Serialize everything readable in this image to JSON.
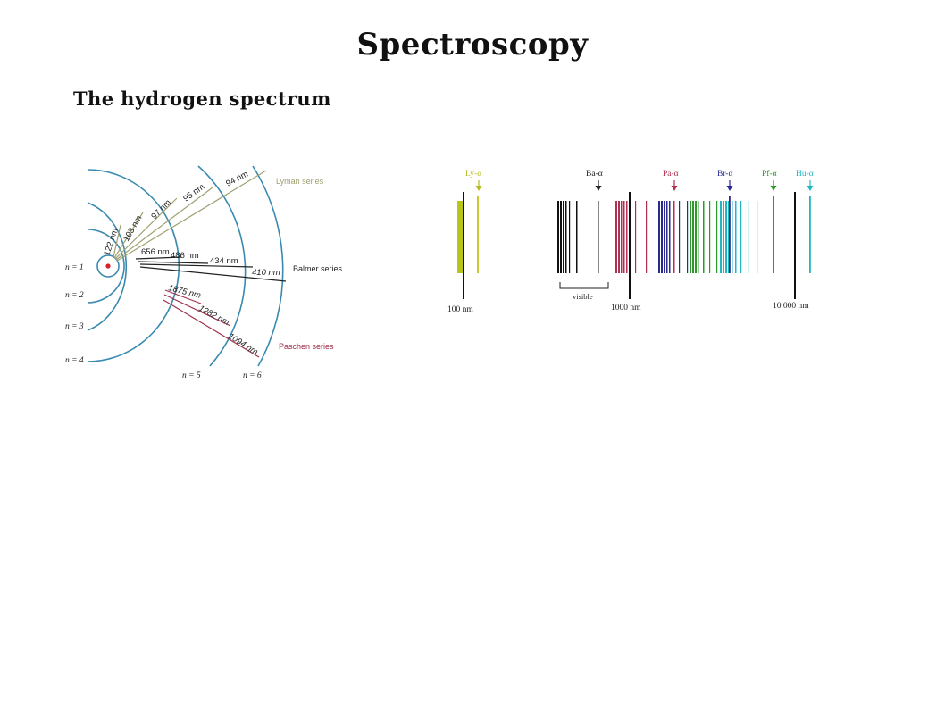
{
  "page": {
    "title": "Spectroscopy",
    "subtitle": "The hydrogen spectrum"
  },
  "orbit_diagram": {
    "levels": [
      "n = 1",
      "n = 2",
      "n = 3",
      "n = 4",
      "n = 5",
      "n = 6"
    ],
    "lyman": {
      "label": "Lyman series",
      "color": "#a0a070",
      "lines": [
        "122 nm",
        "103 nm",
        "97 nm",
        "95 nm",
        "94 nm"
      ]
    },
    "balmer": {
      "label": "Balmer series",
      "color": "#222222",
      "lines": [
        "656 nm",
        "486 nm",
        "434 nm",
        "410 nm"
      ]
    },
    "paschen": {
      "label": "Paschen series",
      "color": "#a0304a",
      "lines": [
        "1875 nm",
        "1282 nm",
        "1094 nm"
      ]
    },
    "orbit_color": "#3a8ab0",
    "nucleus_color": "#d8202a"
  },
  "spectrum": {
    "markers": [
      {
        "label": "Ly-α",
        "color": "#b8b820"
      },
      {
        "label": "Ba-α",
        "color": "#222222"
      },
      {
        "label": "Pa-α",
        "color": "#b03050"
      },
      {
        "label": "Br-α",
        "color": "#2a2a90"
      },
      {
        "label": "Pf-α",
        "color": "#2a9a2a"
      },
      {
        "label": "Hu-α",
        "color": "#20b8c0"
      }
    ],
    "scale_labels": [
      "100 nm",
      "1000 nm",
      "10 000 nm"
    ],
    "visible_label": "visible"
  }
}
